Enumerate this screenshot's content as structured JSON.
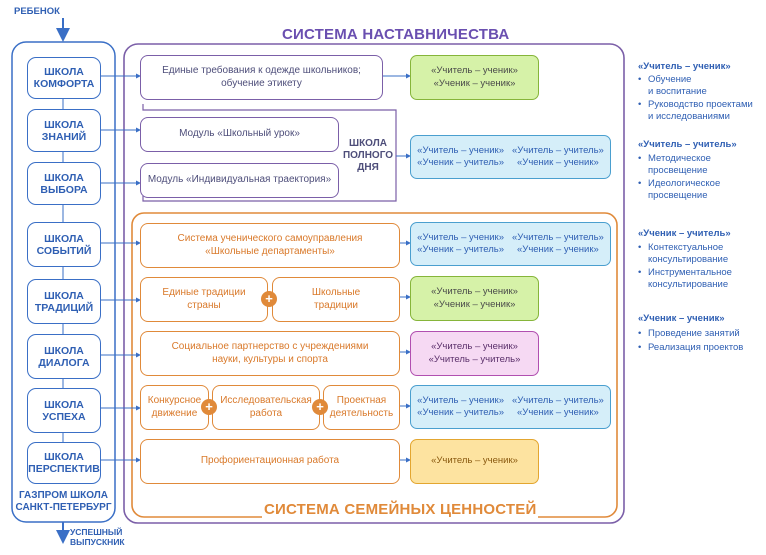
{
  "top_label": "РЕБЕНОК",
  "bottom_label_line1": "УСПЕШНЫЙ",
  "bottom_label_line2": "ВЫПУСКНИК",
  "mentoring_title": "СИСТЕМА НАСТАВНИЧЕСТВА",
  "family_title": "СИСТЕМА СЕМЕЙНЫХ ЦЕННОСТЕЙ",
  "gazprom_line1": "ГАЗПРОМ ШКОЛА",
  "gazprom_line2": "САНКТ-ПЕТЕРБУРГ",
  "schools": [
    {
      "l1": "ШКОЛА",
      "l2": "КОМФОРТА"
    },
    {
      "l1": "ШКОЛА",
      "l2": "ЗНАНИЙ"
    },
    {
      "l1": "ШКОЛА",
      "l2": "ВЫБОРА"
    },
    {
      "l1": "ШКОЛА",
      "l2": "СОБЫТИЙ"
    },
    {
      "l1": "ШКОЛА",
      "l2": "ТРАДИЦИЙ"
    },
    {
      "l1": "ШКОЛА",
      "l2": "ДИАЛОГА"
    },
    {
      "l1": "ШКОЛА",
      "l2": "УСПЕХА"
    },
    {
      "l1": "ШКОЛА",
      "l2": "ПЕРСПЕКТИВ"
    }
  ],
  "full_day_school": {
    "l1": "ШКОЛА",
    "l2": "ПОЛНОГО",
    "l3": "ДНЯ"
  },
  "programs": {
    "p1": {
      "l1": "Единые требования к одежде школьников;",
      "l2": "обучение этикету"
    },
    "p2": "Модуль «Школьный урок»",
    "p3": "Модуль «Индивидуальная траектория»",
    "p4": {
      "l1": "Система ученического самоуправления",
      "l2": "«Школьные департаменты»"
    },
    "p5a": {
      "l1": "Единые традиции",
      "l2": "страны"
    },
    "p5b": {
      "l1": "Школьные",
      "l2": "традиции"
    },
    "p6": {
      "l1": "Социальное партнерство с учреждениями",
      "l2": "науки, культуры и спорта"
    },
    "p7a": {
      "l1": "Конкурсное",
      "l2": "движение"
    },
    "p7b": {
      "l1": "Исследовательская",
      "l2": "работа"
    },
    "p7c": {
      "l1": "Проектная",
      "l2": "деятельность"
    },
    "p8": "Профориентационная работа"
  },
  "roles": {
    "tu": "«Учитель – ученик»",
    "uu": "«Ученик – ученик»",
    "tt": "«Учитель – учитель»",
    "ut": "«Ученик – учитель»"
  },
  "legend": [
    {
      "title": "«Учитель – ученик»",
      "items": [
        {
          "l1": "Обучение",
          "l2": "и воспитание"
        },
        {
          "l1": "Руководство проектами",
          "l2": "и исследованиями"
        }
      ]
    },
    {
      "title": "«Учитель – учитель»",
      "items": [
        {
          "l1": "Методическое",
          "l2": "просвещение"
        },
        {
          "l1": "Идеологическое",
          "l2": "просвещение"
        }
      ]
    },
    {
      "title": "«Ученик – учитель»",
      "items": [
        {
          "l1": "Контекстуальное",
          "l2": "консультирование"
        },
        {
          "l1": "Инструментальное",
          "l2": "консультирование"
        }
      ]
    },
    {
      "title": "«Ученик – ученик»",
      "items": [
        {
          "l1": "Проведение занятий",
          "l2": ""
        },
        {
          "l1": "Реализация проектов",
          "l2": ""
        }
      ]
    }
  ],
  "plus_sign": "+"
}
